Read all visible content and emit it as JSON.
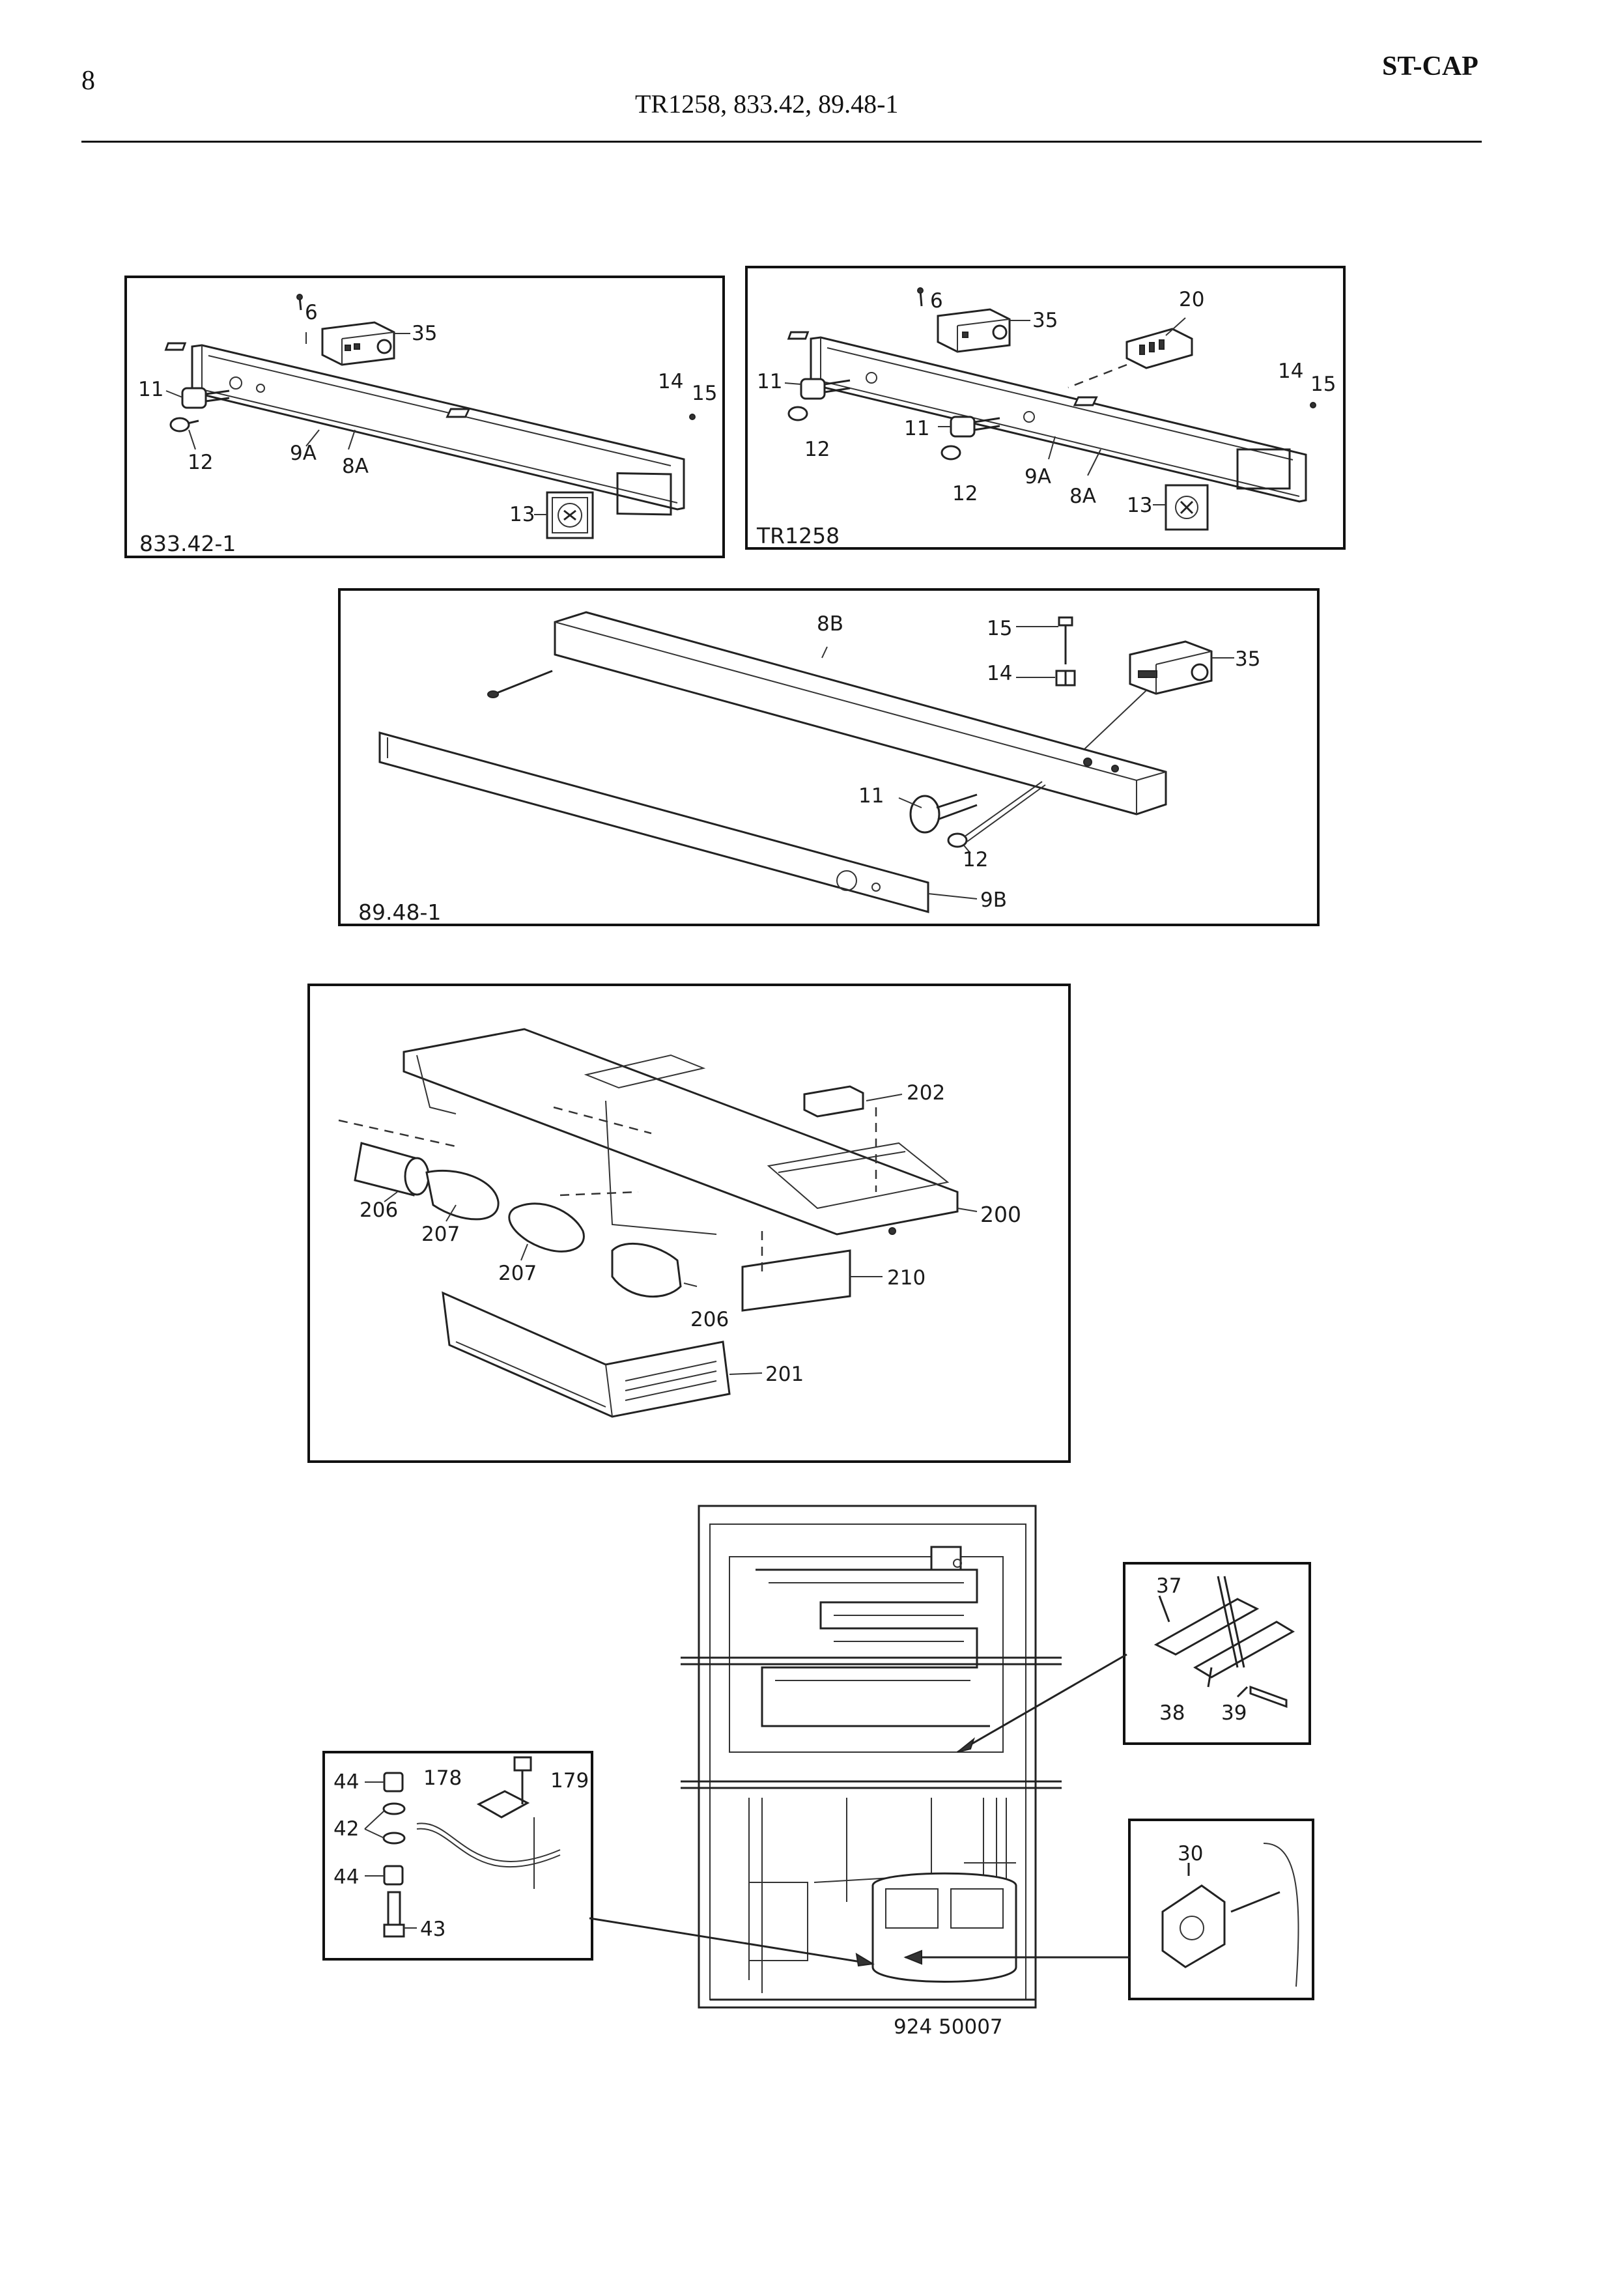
{
  "header": {
    "page_number": "8",
    "title": "TR1258, 833.42, 89.48-1",
    "series": "ST-CAP"
  },
  "panel_833": {
    "caption": "833.42-1",
    "labels": {
      "p6": "6",
      "p35": "35",
      "p11": "11",
      "p14": "14",
      "p15": "15",
      "p12": "12",
      "p9a": "9A",
      "p8a": "8A",
      "p13": "13"
    }
  },
  "panel_tr1258": {
    "caption": "TR1258",
    "labels": {
      "p6": "6",
      "p35": "35",
      "p20": "20",
      "p11a": "11",
      "p11b": "11",
      "p14": "14",
      "p15": "15",
      "p12a": "12",
      "p12b": "12",
      "p9a": "9A",
      "p8a": "8A",
      "p13": "13"
    }
  },
  "panel_8948": {
    "caption": "89.48-1",
    "labels": {
      "p8b": "8B",
      "p15": "15",
      "p14": "14",
      "p35": "35",
      "p11": "11",
      "p12": "12",
      "p9b": "9B"
    }
  },
  "panel_lamp": {
    "labels": {
      "p202": "202",
      "p206a": "206",
      "p207a": "207",
      "p200": "200",
      "p207b": "207",
      "p210": "210",
      "p206b": "206",
      "p201": "201"
    }
  },
  "panel_fridge": {
    "drawing_number": "924 50007",
    "bracket_labels": {
      "p37": "37",
      "p38": "38",
      "p39": "39"
    },
    "relay_labels": {
      "p30": "30"
    },
    "mount_labels": {
      "p44a": "44",
      "p178": "178",
      "p179": "179",
      "p42": "42",
      "p44b": "44",
      "p43": "43"
    }
  }
}
